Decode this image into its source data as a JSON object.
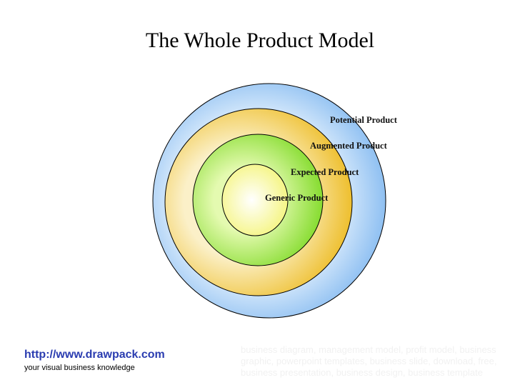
{
  "title": "The Whole Product Model",
  "rings": [
    {
      "label": "Potential Product",
      "color": "#9cc8f5"
    },
    {
      "label": "Augmented Product",
      "color": "#f0c53c"
    },
    {
      "label": "Expected Product",
      "color": "#8ee03a"
    },
    {
      "label": "Generic Product",
      "color": "#f7f78a"
    }
  ],
  "footer": {
    "url": "http://www.drawpack.com",
    "tagline": "your visual business knowledge",
    "keywords": "business diagram, management model, profit model, business graphic, powerpoint templates, business slide, download, free, business presentation, business design, business template"
  }
}
